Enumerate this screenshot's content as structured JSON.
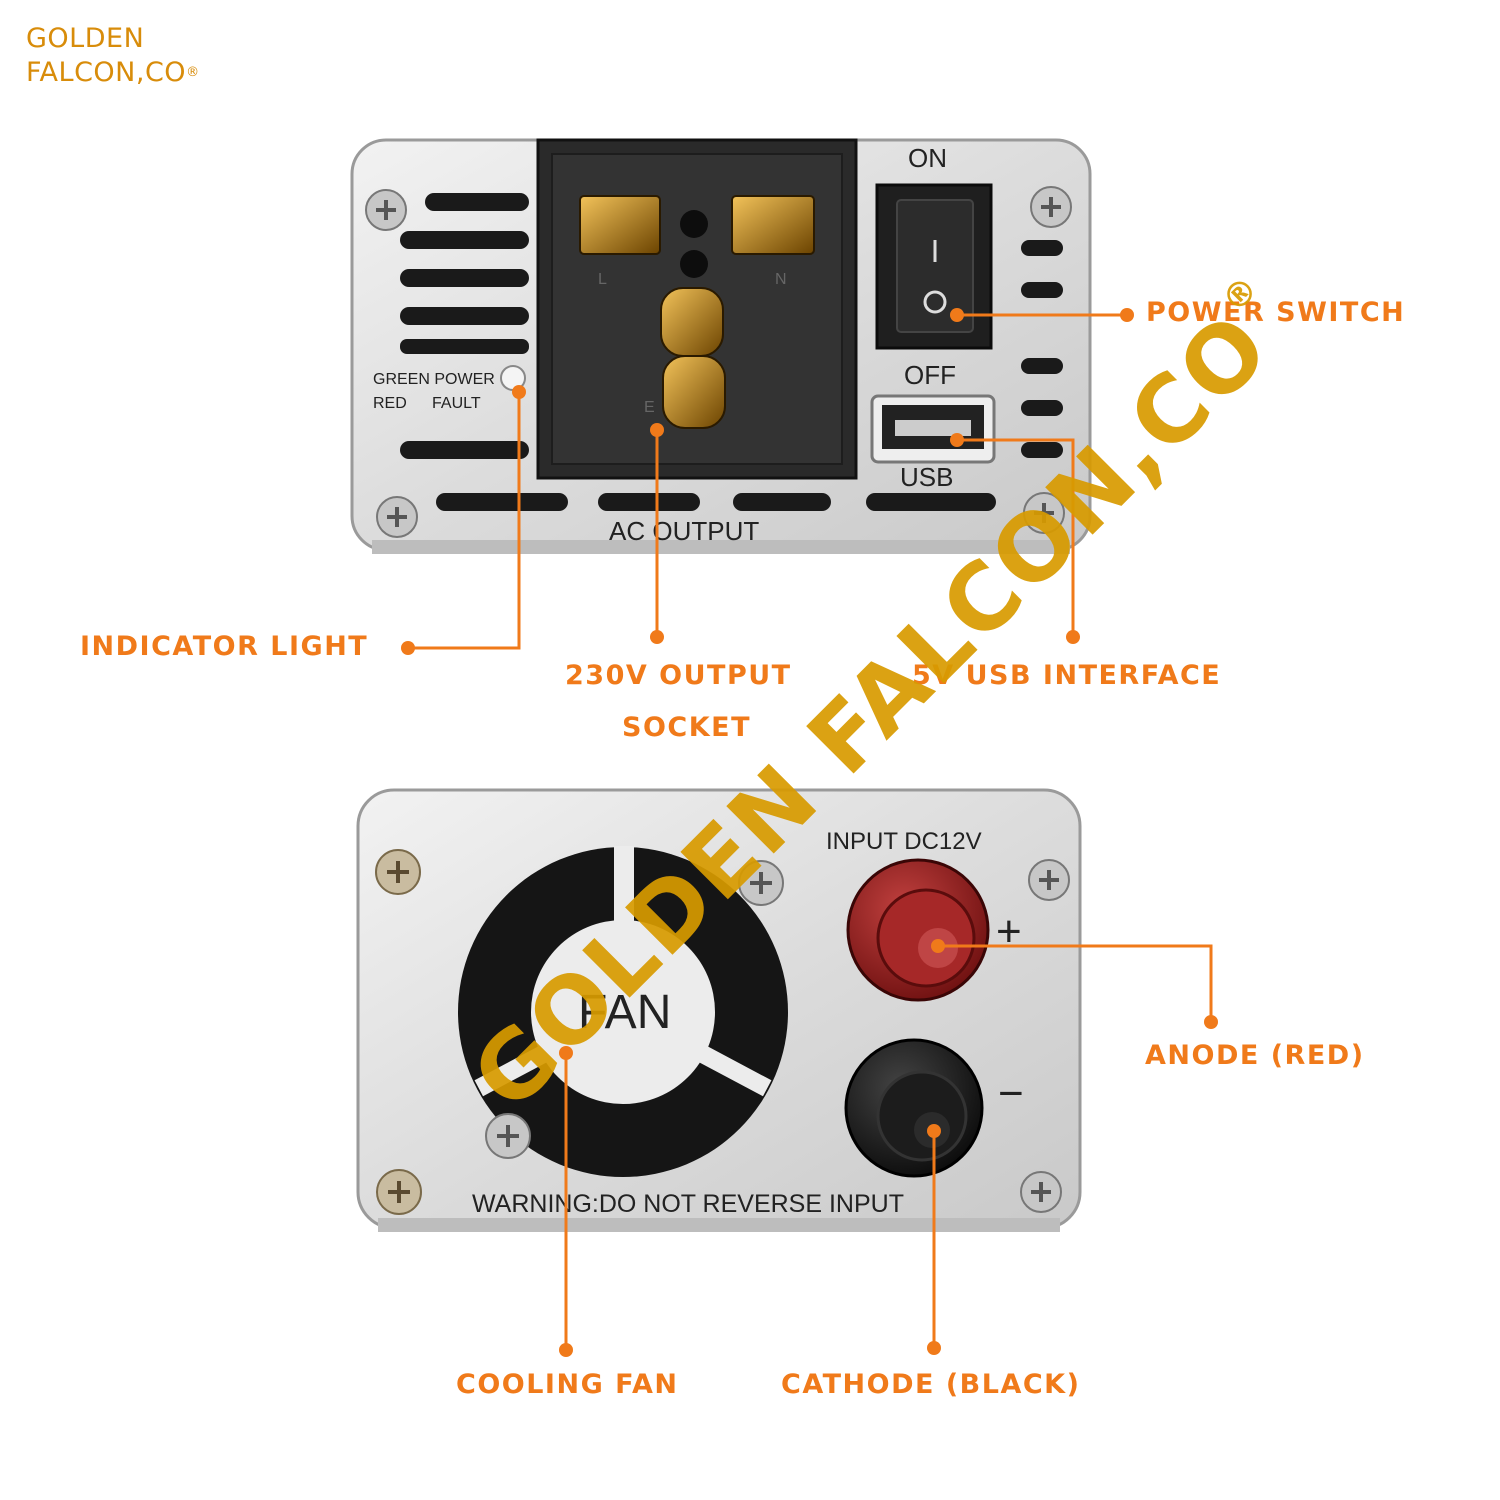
{
  "brand": {
    "line1": "GOLDEN",
    "line2": "FALCON,CO",
    "mark": "®"
  },
  "watermark": {
    "text": "GOLDEN FALCON,CO",
    "mark": "®"
  },
  "front_panel": {
    "switch_on": "ON",
    "switch_off": "OFF",
    "switch_i": "I",
    "switch_o": "O",
    "usb_label": "USB",
    "ac_output": "AC  OUTPUT",
    "indicator_line1": "GREEN POWER",
    "indicator_line2_a": "RED",
    "indicator_line2_b": "FAULT",
    "socket_l": "L",
    "socket_n": "N",
    "socket_e": "E"
  },
  "back_panel": {
    "input_label": "INPUT DC12V",
    "fan_label": "FAN",
    "plus": "+",
    "minus": "−",
    "warning": "WARNING:DO NOT REVERSE INPUT"
  },
  "callouts": {
    "power_switch": "POWER SWITCH",
    "indicator_light": "INDICATOR LIGHT",
    "output_socket_line1": "230V OUTPUT",
    "output_socket_line2": "SOCKET",
    "usb_interface": "5V USB INTERFACE",
    "anode": "ANODE (RED)",
    "cooling_fan": "COOLING FAN",
    "cathode": "CATHODE (BLACK)"
  },
  "colors": {
    "accent": "#f07a1a",
    "brand_gold": "#d89b00",
    "panel": "#e4e4e4",
    "anode": "#8e1c1c",
    "cathode": "#151515"
  }
}
